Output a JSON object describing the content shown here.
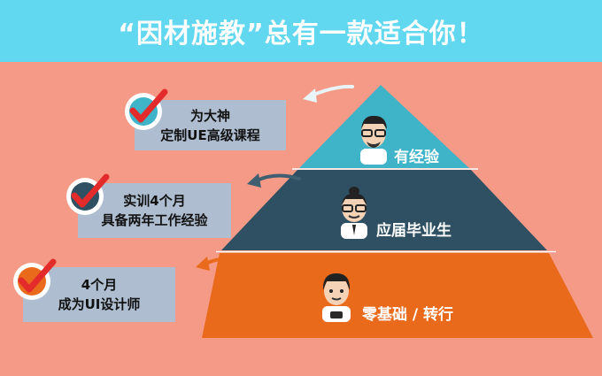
{
  "header": {
    "title": "“因材施教”总有一款适合你！"
  },
  "tiers": [
    {
      "label": "有经验",
      "card_lines": [
        "为大神",
        "定制UE高级课程"
      ],
      "color": "#3fb3c8"
    },
    {
      "label": "应届毕业生",
      "card_lines": [
        "实训4个月",
        "具备两年工作经验"
      ],
      "color": "#2f5062"
    },
    {
      "label": "零基础 / 转行",
      "card_lines": [
        "4个月",
        "成为UI设计师"
      ],
      "color": "#ea6a1c"
    }
  ],
  "colors": {
    "header": "#62d7f0",
    "background": "#f49a86",
    "card": "#aebed0",
    "check": "#e32b2b"
  },
  "icons": [
    "checkmark-icon",
    "arrow-icon",
    "avatar-icon"
  ]
}
